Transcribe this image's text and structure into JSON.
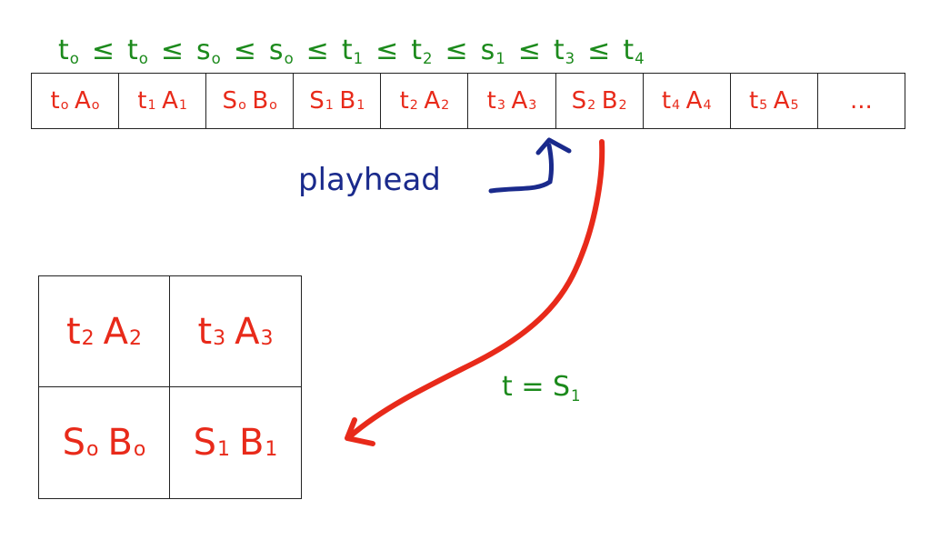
{
  "ordering": [
    {
      "base": "t",
      "sub": "o"
    },
    {
      "rel": "≤"
    },
    {
      "base": "t",
      "sub": "o"
    },
    {
      "rel": "≤"
    },
    {
      "base": "s",
      "sub": "o"
    },
    {
      "rel": "≤"
    },
    {
      "base": "s",
      "sub": "o"
    },
    {
      "rel": "≤"
    },
    {
      "base": "t",
      "sub": "1"
    },
    {
      "rel": "≤"
    },
    {
      "base": "t",
      "sub": "2"
    },
    {
      "rel": "≤"
    },
    {
      "base": "s",
      "sub": "1"
    },
    {
      "rel": "≤"
    },
    {
      "base": "t",
      "sub": "3"
    },
    {
      "rel": "≤"
    },
    {
      "base": "t",
      "sub": "4"
    }
  ],
  "tape": {
    "cells": [
      {
        "a": "t",
        "a_sub": "o",
        "b": "A",
        "b_sub": "o"
      },
      {
        "a": "t",
        "a_sub": "1",
        "b": "A",
        "b_sub": "1"
      },
      {
        "a": "S",
        "a_sub": "o",
        "b": "B",
        "b_sub": "o"
      },
      {
        "a": "S",
        "a_sub": "1",
        "b": "B",
        "b_sub": "1"
      },
      {
        "a": "t",
        "a_sub": "2",
        "b": "A",
        "b_sub": "2"
      },
      {
        "a": "t",
        "a_sub": "3",
        "b": "A",
        "b_sub": "3"
      },
      {
        "a": "S",
        "a_sub": "2",
        "b": "B",
        "b_sub": "2"
      },
      {
        "a": "t",
        "a_sub": "4",
        "b": "A",
        "b_sub": "4"
      },
      {
        "a": "t",
        "a_sub": "5",
        "b": "A",
        "b_sub": "5"
      },
      {
        "text": "..."
      }
    ]
  },
  "playhead": {
    "label": "playhead"
  },
  "grid": {
    "cells": [
      {
        "a": "t",
        "a_sub": "2",
        "b": "A",
        "b_sub": "2"
      },
      {
        "a": "t",
        "a_sub": "3",
        "b": "A",
        "b_sub": "3"
      },
      {
        "a": "S",
        "a_sub": "o",
        "b": "B",
        "b_sub": "o"
      },
      {
        "a": "S",
        "a_sub": "1",
        "b": "B",
        "b_sub": "1"
      }
    ]
  },
  "condition": {
    "lhs": "t",
    "rel": "=",
    "rhs": "S",
    "rhs_sub": "1"
  },
  "colors": {
    "green": "#1c8a1c",
    "red": "#e82a1a",
    "blue": "#1a2a8c",
    "border": "#222222"
  }
}
